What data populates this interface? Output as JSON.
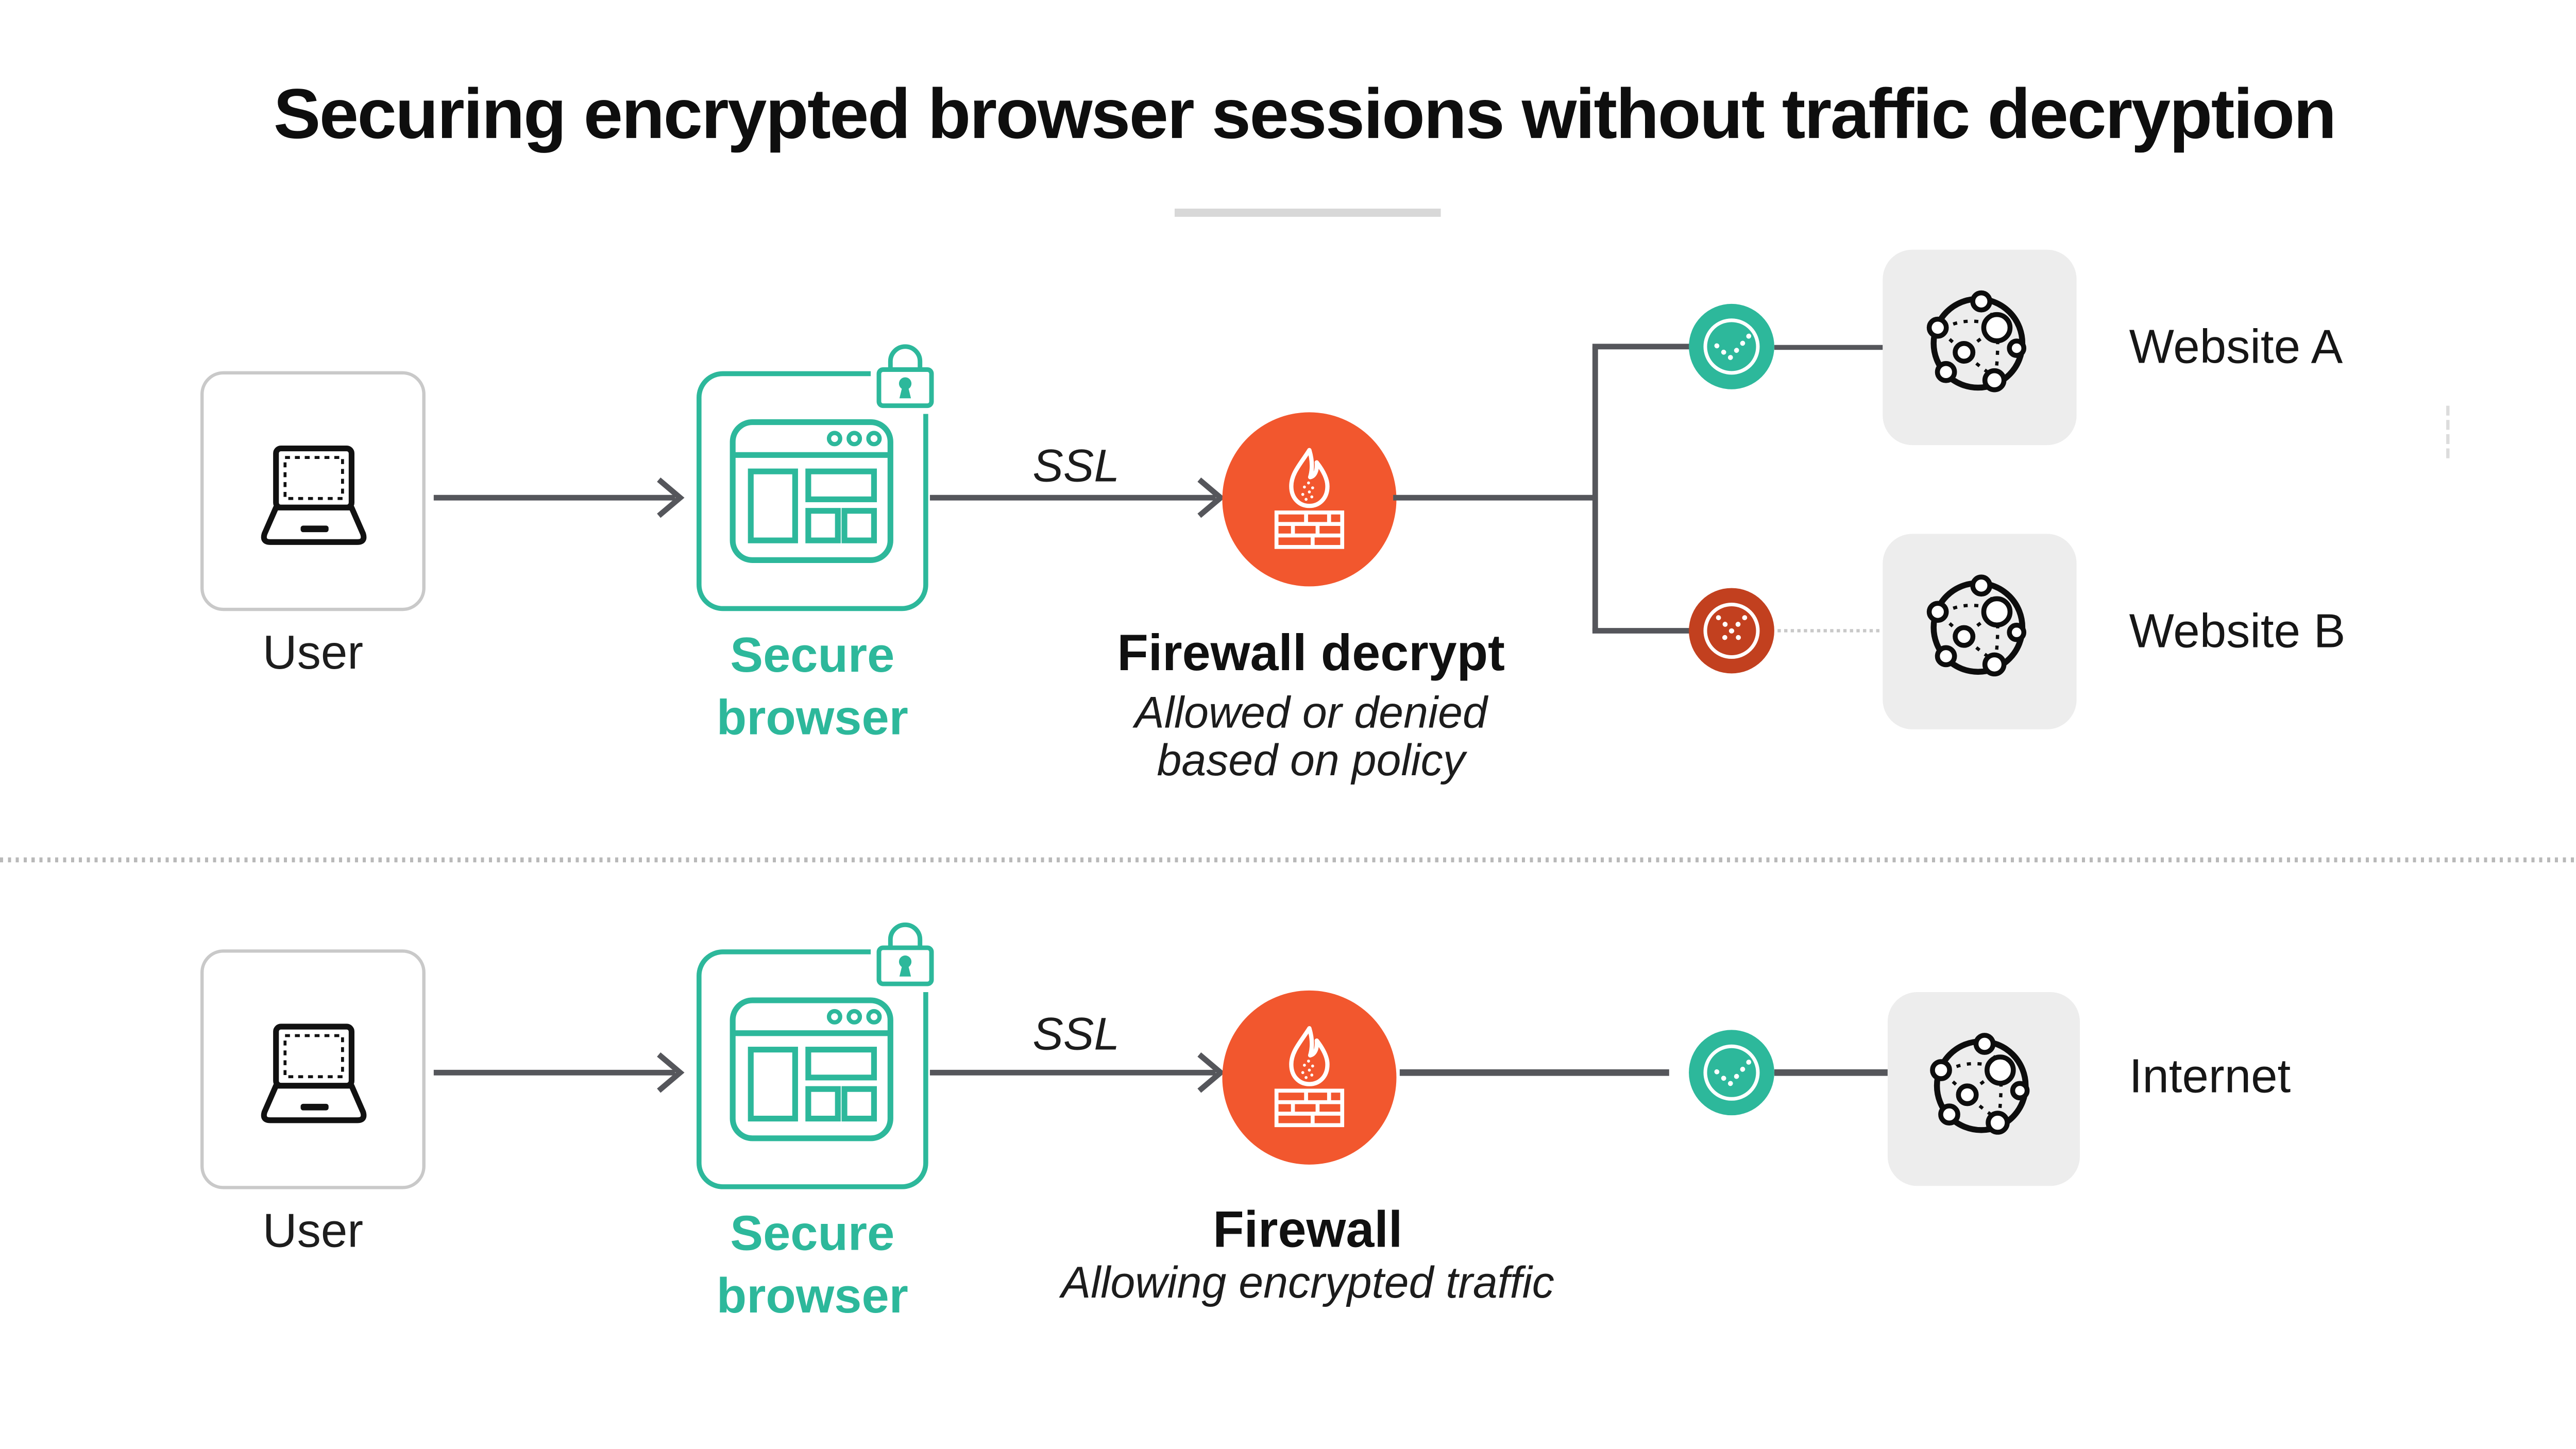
{
  "title": "Securing encrypted browser sessions without traffic decryption",
  "palette": {
    "teal": "#2db89b",
    "orange": "#f2572e",
    "red": "#c2401f",
    "connector_gray": "#55565b",
    "box_border_gray": "#c9c9c9",
    "box_fill_gray": "#ededed",
    "divider_dot_gray": "#b9b9b9",
    "title_rule_gray": "#d8d8d8",
    "text": "#101010"
  },
  "icons": {
    "laptop": "laptop-icon",
    "browser_window": "browser-window-icon",
    "padlock": "padlock-icon",
    "firewall_flame": "flame-brick-firewall-icon",
    "globe_network": "globe-network-icon",
    "check": "check-icon",
    "cross": "cross-icon",
    "arrow": "arrow-right-icon"
  },
  "top_flow": {
    "user_label": "User",
    "secure_browser_label_1": "Secure",
    "secure_browser_label_2": "browser",
    "ssl_label": "SSL",
    "firewall_title": "Firewall decrypt",
    "firewall_note_1": "Allowed or denied",
    "firewall_note_2": "based on policy",
    "website_a_label": "Website A",
    "website_b_label": "Website B",
    "website_a_status": "allowed",
    "website_b_status": "denied"
  },
  "bottom_flow": {
    "user_label": "User",
    "secure_browser_label_1": "Secure",
    "secure_browser_label_2": "browser",
    "ssl_label": "SSL",
    "firewall_title": "Firewall",
    "firewall_note": "Allowing encrypted traffic",
    "internet_label": "Internet",
    "internet_status": "allowed"
  }
}
